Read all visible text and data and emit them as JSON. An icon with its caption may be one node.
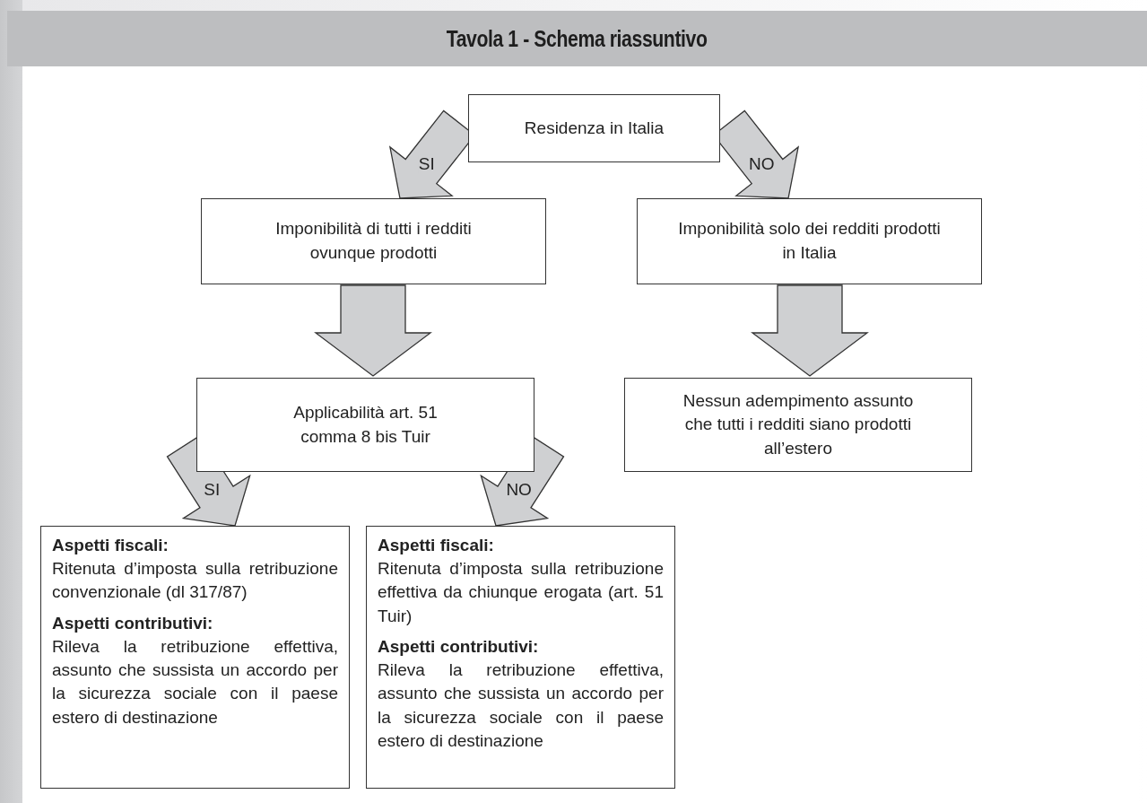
{
  "diagram": {
    "title": "Tavola 1 - Schema riassuntivo",
    "nodes": [
      {
        "text": [
          "Residenza in Italia"
        ]
      },
      {
        "text": [
          "Imponibilità di tutti i redditi ovunque prodotti"
        ]
      },
      {
        "text": [
          "Imponibilità solo dei redditi prodotti in Italia"
        ]
      },
      {
        "text": [
          "Applicabilità art. 51 comma 8 bis Tuir"
        ]
      },
      {
        "text": [
          "Nessun adempimento assunto che tutti i redditi siano prodotti all’estero"
        ]
      },
      {
        "text": [
          "Aspetti fiscali:",
          "Ritenuta d’imposta sulla retribuzione convenzionale (dl 317/87)",
          "Aspetti contributivi:",
          "Rileva la retribuzione effettiva, assunto che sussista un accordo per la sicurezza sociale con il paese estero di destinazione"
        ]
      },
      {
        "text": [
          "Aspetti fiscali:",
          "Ritenuta d’imposta sulla retribuzione effettiva da chiunque erogata (art. 51 Tuir)",
          "Aspetti contributivi:",
          "Rileva la retribuzione effettiva, assunto che sussista un accordo per la sicurezza sociale con il paese estero di destinazione"
        ]
      }
    ],
    "edges": [
      {
        "from": 0,
        "to": 1,
        "arrow": "to",
        "label": "SI"
      },
      {
        "from": 0,
        "to": 2,
        "arrow": "to",
        "label": "NO"
      },
      {
        "from": 1,
        "to": 3,
        "arrow": "to"
      },
      {
        "from": 2,
        "to": 4,
        "arrow": "to"
      },
      {
        "from": 3,
        "to": 5,
        "arrow": "to",
        "label": "SI"
      },
      {
        "from": 3,
        "to": 6,
        "arrow": "to",
        "label": "NO"
      }
    ]
  }
}
